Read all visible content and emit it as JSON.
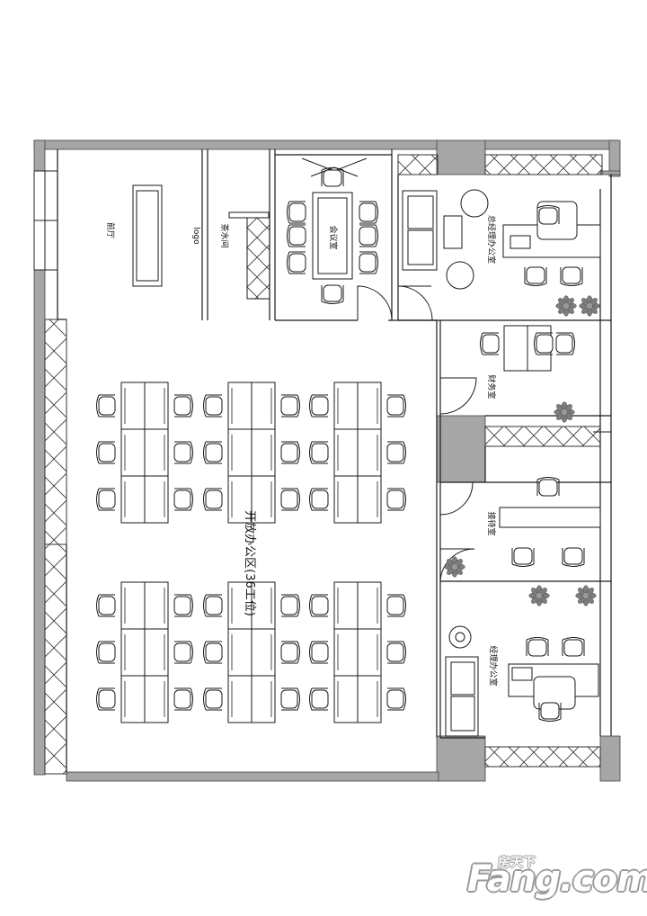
{
  "rooms": {
    "lobby": "前厅",
    "logo": "logo",
    "tea": "茶水间",
    "meeting": "会议室",
    "ceo": "总经理办公室",
    "finance": "财务室",
    "reception": "接待室",
    "manager": "经理办公室",
    "open_office": "开放办公区(36工位)"
  },
  "watermark": {
    "brand": "Fang.com",
    "cn": "房天下"
  },
  "colors": {
    "wall": "#a6a6a6",
    "line": "#1a1a1a",
    "plant": "#7d7d7d"
  }
}
